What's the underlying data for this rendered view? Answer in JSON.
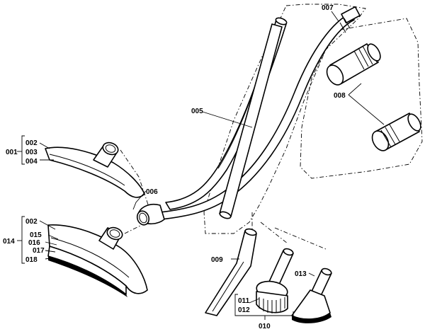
{
  "labels": {
    "l001": "001",
    "l002a": "002",
    "l003": "003",
    "l004": "004",
    "l005": "005",
    "l006": "006",
    "l007": "007",
    "l008": "008",
    "l009": "009",
    "l010": "010",
    "l011": "011",
    "l012": "012",
    "l013": "013",
    "l014": "014",
    "l002b": "002",
    "l015": "015",
    "l016": "016",
    "l017": "017",
    "l018": "018"
  }
}
